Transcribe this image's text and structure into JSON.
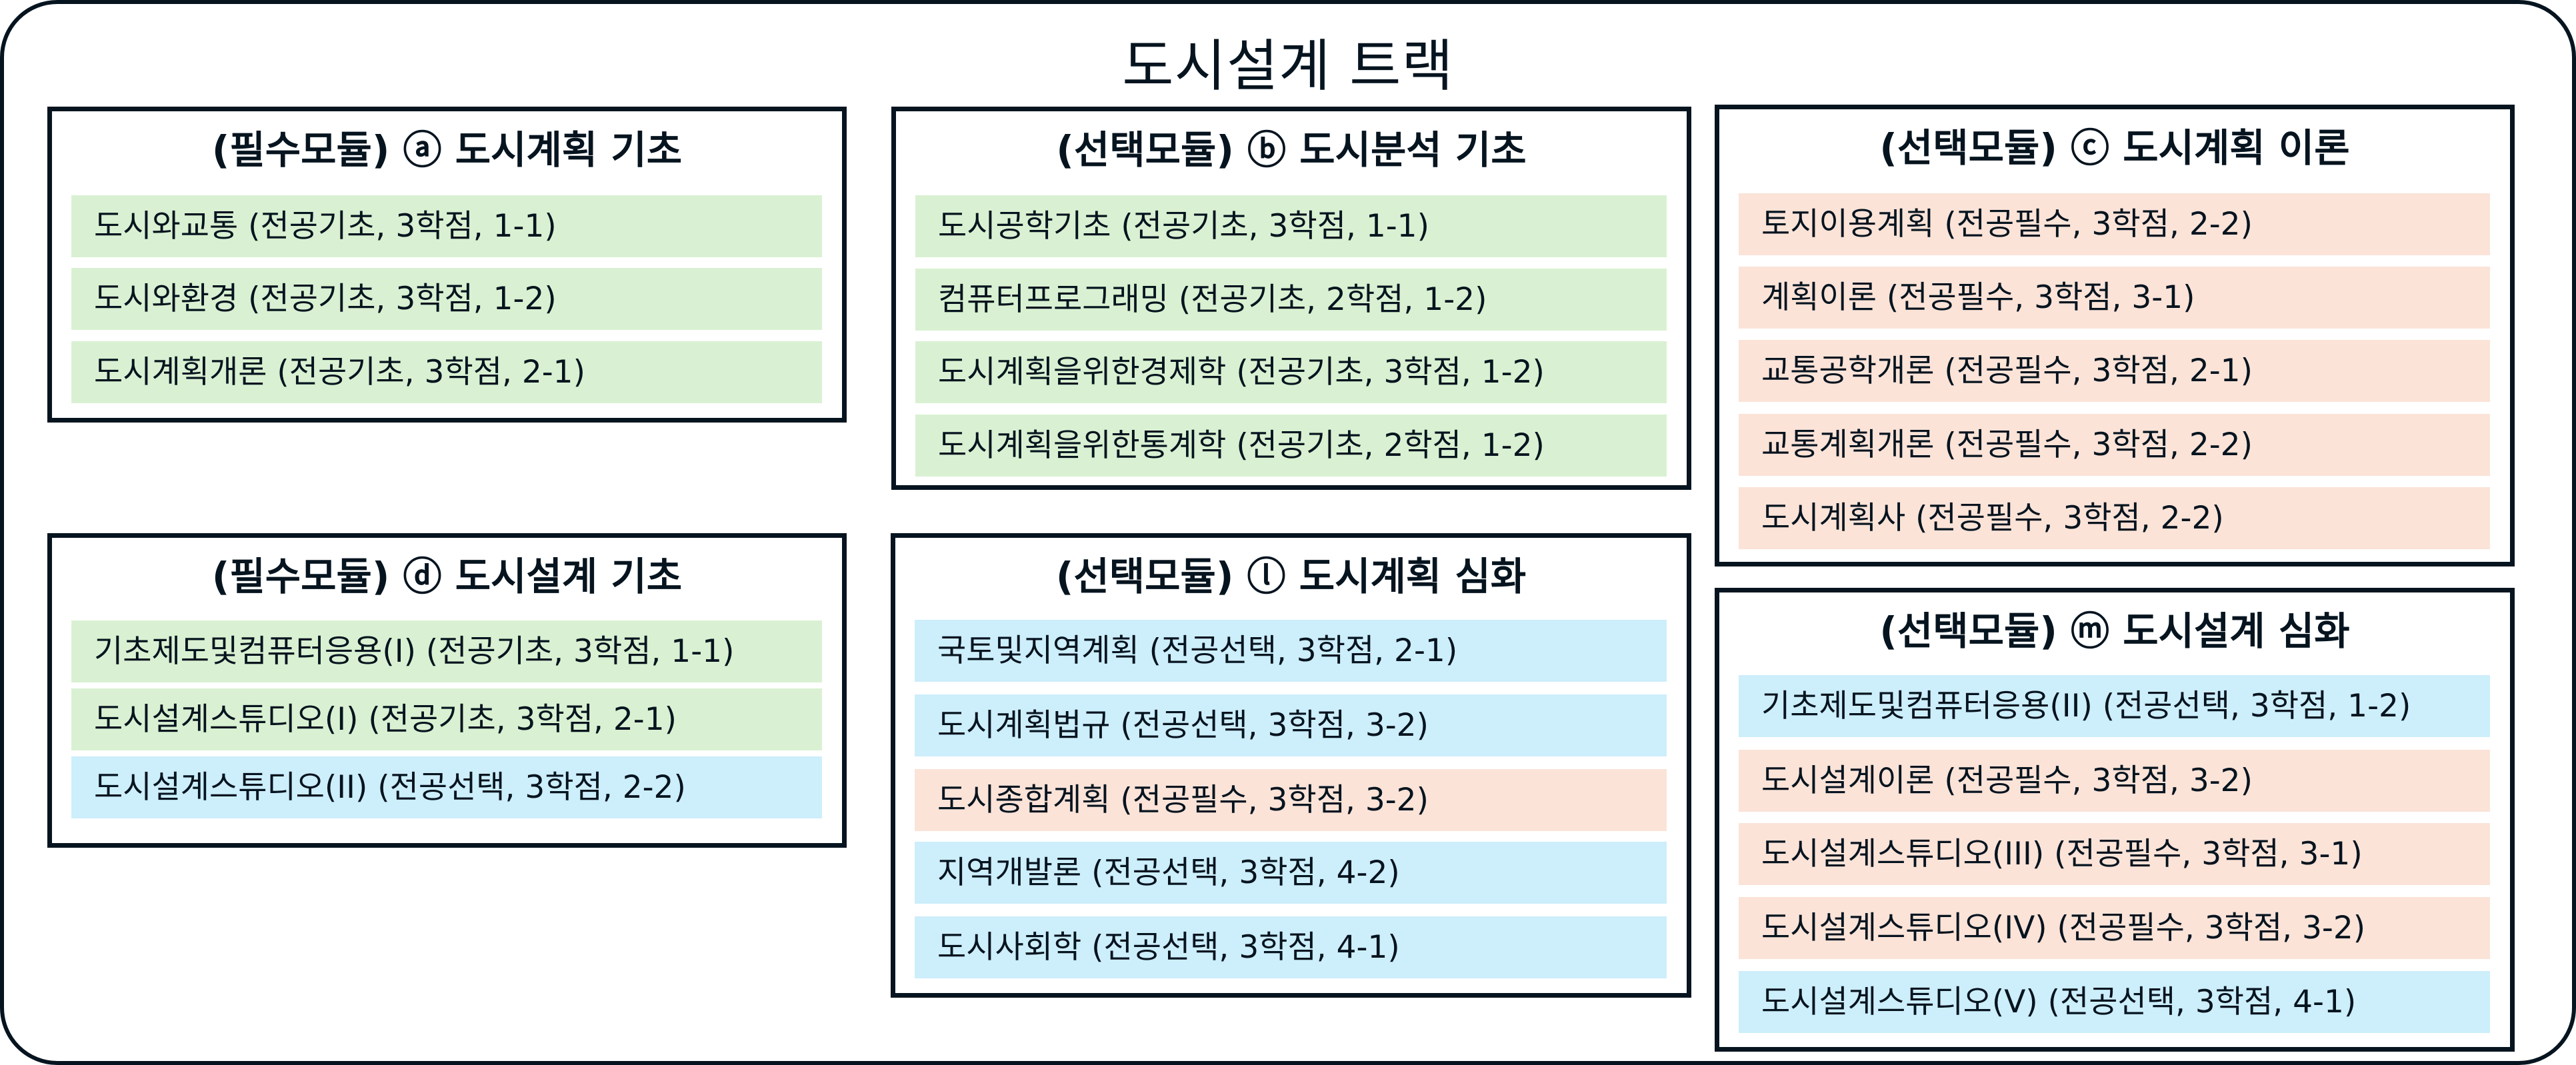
{
  "title": "도시설계 트랙",
  "colors": {
    "border": "#06141f",
    "전공기초": "#d9f1d2",
    "전공선택": "#cdeefb",
    "전공필수": "#fbe3d8"
  },
  "modules": [
    {
      "id": "a",
      "title": "(필수모듈) ⓐ 도시계획 기초",
      "courses": [
        {
          "label": "도시와교통 (전공기초, 3학점, 1-1)",
          "type": "전공기초"
        },
        {
          "label": "도시와환경 (전공기초, 3학점, 1-2)",
          "type": "전공기초"
        },
        {
          "label": "도시계획개론 (전공기초, 3학점, 2-1)",
          "type": "전공기초"
        }
      ]
    },
    {
      "id": "b",
      "title": "(선택모듈) ⓑ 도시분석 기초",
      "courses": [
        {
          "label": "도시공학기초 (전공기초, 3학점, 1-1)",
          "type": "전공기초"
        },
        {
          "label": "컴퓨터프로그래밍 (전공기초, 2학점, 1-2)",
          "type": "전공기초"
        },
        {
          "label": "도시계획을위한경제학 (전공기초, 3학점, 1-2)",
          "type": "전공기초"
        },
        {
          "label": "도시계획을위한통계학 (전공기초, 2학점, 1-2)",
          "type": "전공기초"
        }
      ]
    },
    {
      "id": "c",
      "title": "(선택모듈) ⓒ 도시계획 이론",
      "courses": [
        {
          "label": "토지이용계획 (전공필수, 3학점, 2-2)",
          "type": "전공필수"
        },
        {
          "label": "계획이론 (전공필수, 3학점, 3-1)",
          "type": "전공필수"
        },
        {
          "label": "교통공학개론 (전공필수, 3학점, 2-1)",
          "type": "전공필수"
        },
        {
          "label": "교통계획개론 (전공필수, 3학점, 2-2)",
          "type": "전공필수"
        },
        {
          "label": "도시계획사 (전공필수, 3학점, 2-2)",
          "type": "전공필수"
        }
      ]
    },
    {
      "id": "d",
      "title": "(필수모듈) ⓓ 도시설계 기초",
      "courses": [
        {
          "label": "기초제도및컴퓨터응용(I) (전공기초, 3학점, 1-1)",
          "type": "전공기초"
        },
        {
          "label": "도시설계스튜디오(I) (전공기초, 3학점, 2-1)",
          "type": "전공기초"
        },
        {
          "label": "도시설계스튜디오(II) (전공선택, 3학점, 2-2)",
          "type": "전공선택"
        }
      ]
    },
    {
      "id": "l",
      "title": "(선택모듈) ⓛ 도시계획 심화",
      "courses": [
        {
          "label": "국토및지역계획 (전공선택, 3학점, 2-1)",
          "type": "전공선택"
        },
        {
          "label": "도시계획법규 (전공선택, 3학점, 3-2)",
          "type": "전공선택"
        },
        {
          "label": "도시종합계획 (전공필수, 3학점, 3-2)",
          "type": "전공필수"
        },
        {
          "label": "지역개발론 (전공선택, 3학점, 4-2)",
          "type": "전공선택"
        },
        {
          "label": "도시사회학 (전공선택, 3학점, 4-1)",
          "type": "전공선택"
        }
      ]
    },
    {
      "id": "m",
      "title": "(선택모듈) ⓜ 도시설계 심화",
      "courses": [
        {
          "label": "기초제도및컴퓨터응용(II) (전공선택, 3학점, 1-2)",
          "type": "전공선택"
        },
        {
          "label": "도시설계이론 (전공필수, 3학점, 3-2)",
          "type": "전공필수"
        },
        {
          "label": "도시설계스튜디오(III) (전공필수, 3학점, 3-1)",
          "type": "전공필수"
        },
        {
          "label": "도시설계스튜디오(IV) (전공필수, 3학점, 3-2)",
          "type": "전공필수"
        },
        {
          "label": "도시설계스튜디오(V) (전공선택, 3학점, 4-1)",
          "type": "전공선택"
        }
      ]
    }
  ]
}
